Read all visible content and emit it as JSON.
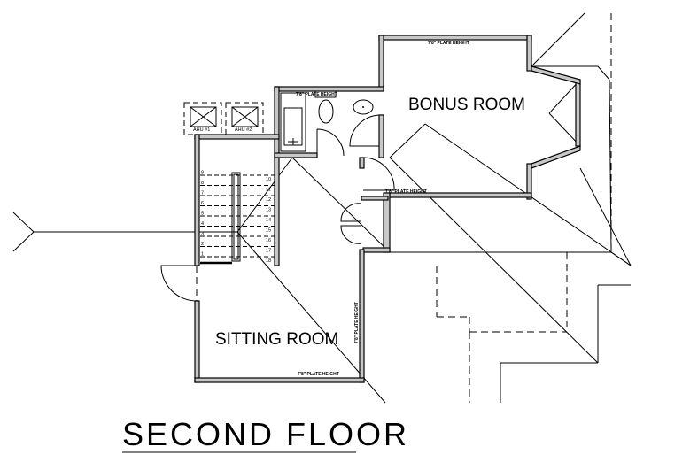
{
  "title": "SECOND FLOOR",
  "rooms": {
    "bonus": "BONUS ROOM",
    "sitting": "SITTING ROOM"
  },
  "notes": {
    "bonus_plate": "7'8\" PLATE HEIGHT",
    "bath_plate": "7'8\" PLATE HEIGHT",
    "hall_plate": "7'8\" PLATE HEIGHT",
    "sitting_plate_bottom": "7'8\" PLATE HEIGHT",
    "sitting_plate_side": "7'8\" PLATE HEIGHT"
  },
  "equipment": {
    "ahu1": "AHU #1",
    "ahu2": "AHU #2"
  },
  "stairs": {
    "left_numbers": [
      "9",
      "8",
      "7",
      "6",
      "5",
      "4",
      "3",
      "2",
      "1"
    ],
    "right_numbers": [
      "10",
      "11",
      "12",
      "13",
      "14",
      "15",
      "16",
      "17",
      "18"
    ]
  }
}
